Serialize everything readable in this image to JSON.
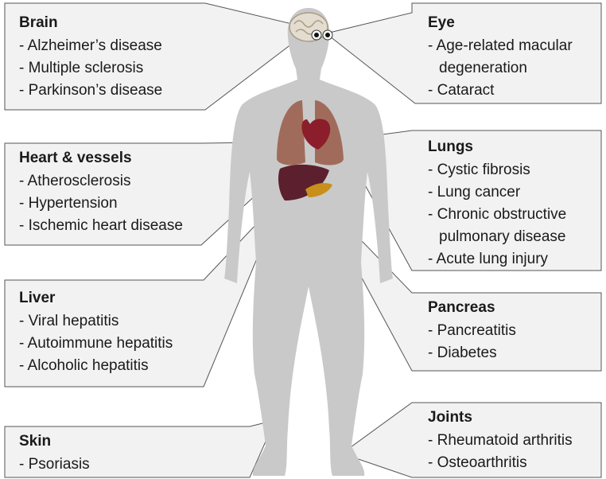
{
  "labels": {
    "brain": {
      "title": "Brain",
      "items": [
        "- Alzheimer’s disease",
        "- Multiple sclerosis",
        "- Parkinson’s disease"
      ]
    },
    "eye": {
      "title": "Eye",
      "items": [
        "- Age-related macular",
        "degeneration",
        "- Cataract"
      ]
    },
    "heart": {
      "title": "Heart & vessels",
      "items": [
        "- Atherosclerosis",
        "- Hypertension",
        "- Ischemic heart disease"
      ]
    },
    "lungs": {
      "title": "Lungs",
      "items": [
        "- Cystic fibrosis",
        "- Lung cancer",
        "- Chronic obstructive",
        "pulmonary disease",
        "- Acute lung injury"
      ]
    },
    "liver": {
      "title": "Liver",
      "items": [
        "- Viral hepatitis",
        "- Autoimmune hepatitis",
        "- Alcoholic hepatitis"
      ]
    },
    "pancreas": {
      "title": "Pancreas",
      "items": [
        "- Pancreatitis",
        "- Diabetes"
      ]
    },
    "skin": {
      "title": "Skin",
      "items": [
        "- Psoriasis"
      ]
    },
    "joints": {
      "title": "Joints",
      "items": [
        "- Rheumatoid arthritis",
        "- Osteoarthritis"
      ]
    }
  },
  "colors": {
    "body": "#c9c9c9",
    "callout_fill": "#f2f2f2",
    "callout_stroke": "#555555",
    "lungs": "#9a5a48",
    "heart": "#8b1e2a",
    "liver": "#5c1f2e",
    "pancreas": "#c8901a",
    "brain": "#e4dccf"
  }
}
